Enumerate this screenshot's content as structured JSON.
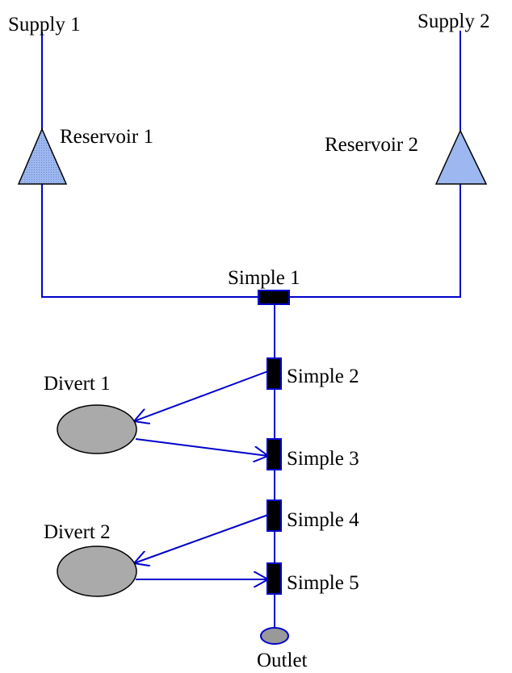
{
  "nodes": {
    "supply1": "Supply 1",
    "supply2": "Supply 2",
    "reservoir1": "Reservoir 1",
    "reservoir2": "Reservoir 2",
    "simple1": "Simple 1",
    "simple2": "Simple 2",
    "simple3": "Simple 3",
    "simple4": "Simple 4",
    "simple5": "Simple 5",
    "divert1": "Divert 1",
    "divert2": "Divert 2",
    "outlet": "Outlet"
  },
  "colors": {
    "link": "#0000cc",
    "reservoir_fill": "#9db8f0",
    "simple_fill": "#000000",
    "divert_fill": "#aaaaaa",
    "outlet_fill": "#999999"
  }
}
